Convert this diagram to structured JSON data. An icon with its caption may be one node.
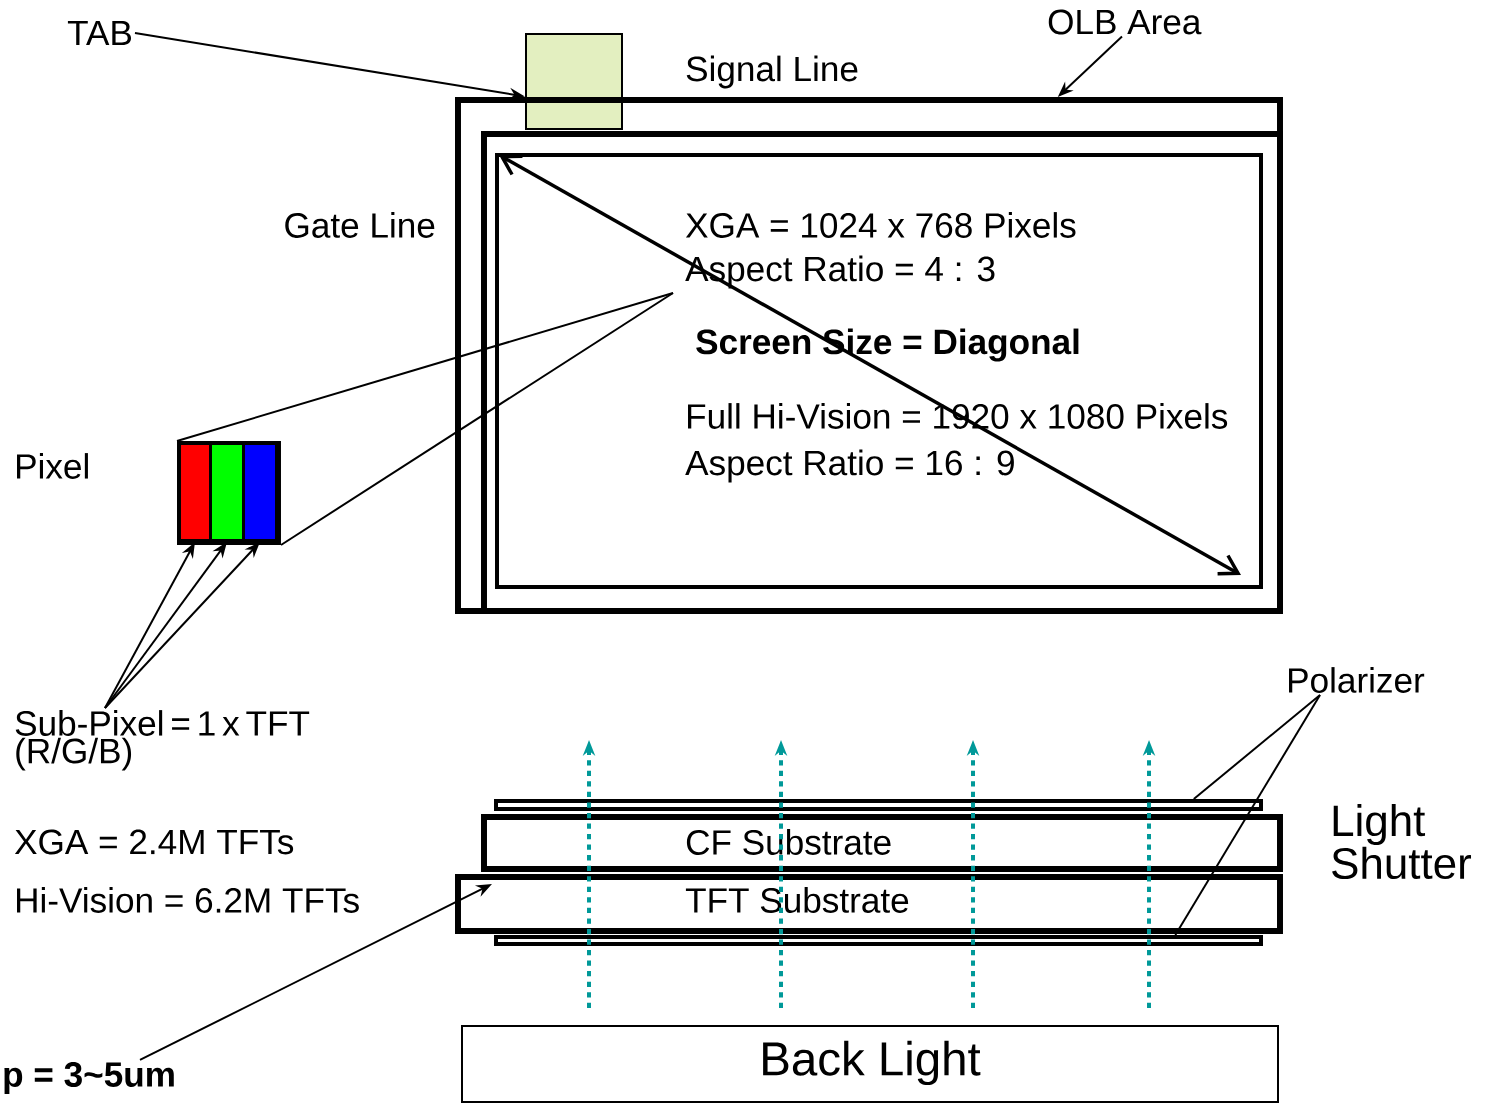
{
  "diagram": {
    "nodes": [
      {
        "text": [
          "TAB"
        ]
      },
      {
        "text": [],
        "shape": "box"
      },
      {
        "text": [
          "OLB Area"
        ]
      },
      {
        "text": [],
        "shape": "box"
      },
      {
        "text": [],
        "shape": "box",
        "in": 3
      },
      {
        "text": [
          "XGA = 1024 x 768 Pixels",
          "Aspect Ratio = 4 : 3",
          "Screen Size = Diagonal",
          "Full Hi-Vision = 1920 x 1080 Pixels",
          "Aspect Ratio = 16 : 9"
        ],
        "in": 4
      },
      {
        "text": [],
        "shape": "box"
      },
      {
        "text": [],
        "shape": "box",
        "in": 6
      },
      {
        "text": [],
        "shape": "box",
        "in": 6
      },
      {
        "text": [],
        "shape": "box",
        "in": 6
      },
      {
        "text": [
          "Sub-Pixel = 1 x TFT (R/G/B)"
        ]
      },
      {
        "text": [
          "Polarizer"
        ]
      },
      {
        "text": [],
        "shape": "box"
      },
      {
        "text": [
          "CF Substrate"
        ]
      },
      {
        "text": [
          "TFT Substrate"
        ]
      },
      {
        "text": [],
        "shape": "box"
      },
      {
        "text": [
          "p = 3~5um"
        ]
      },
      {
        "text": [
          "Back Light"
        ]
      }
    ],
    "edges": [
      {
        "from": 0,
        "to": 1,
        "arrow": "to"
      },
      {
        "from": 2,
        "to": 3,
        "arrow": "to"
      },
      {
        "from": 10,
        "to": 7,
        "arrow": "to"
      },
      {
        "from": 10,
        "to": 8,
        "arrow": "to"
      },
      {
        "from": 10,
        "to": 9,
        "arrow": "to"
      },
      {
        "from": 11,
        "to": 12,
        "arrow": "none"
      },
      {
        "from": 11,
        "to": 15,
        "arrow": "none"
      },
      {
        "from": 6,
        "to": 5,
        "arrow": "none"
      },
      {
        "from": 6,
        "to": 5,
        "arrow": "none"
      },
      {
        "from": 16,
        "to": 14,
        "arrow": "to"
      },
      {
        "from": 17,
        "to": null,
        "arrow": "to",
        "style": "dashed",
        "color": "#009999"
      },
      {
        "from": 17,
        "to": null,
        "arrow": "to",
        "style": "dashed",
        "color": "#009999"
      },
      {
        "from": 17,
        "to": null,
        "arrow": "to",
        "style": "dashed",
        "color": "#009999"
      },
      {
        "from": 17,
        "to": null,
        "arrow": "to",
        "style": "dashed",
        "color": "#009999"
      }
    ],
    "labels": [
      "Signal Line",
      "Gate Line",
      "Pixel",
      "XGA = 2.4M TFTs",
      "Hi-Vision = 6.2M TFTs",
      "Light Shutter"
    ]
  }
}
